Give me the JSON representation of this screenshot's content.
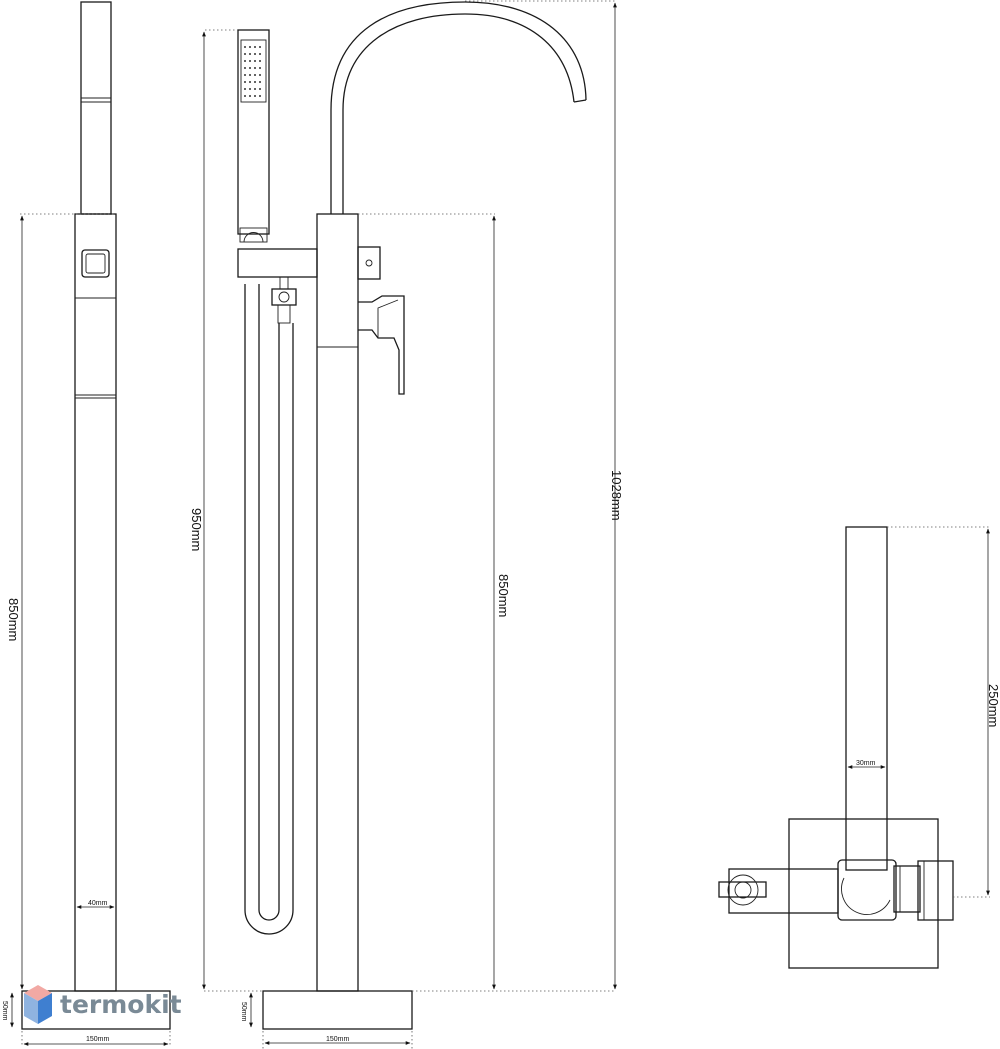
{
  "dimensions": {
    "side_height": "850mm",
    "side_width_pipe": "40mm",
    "side_base_width": "150mm",
    "side_base_height": "50mm",
    "front_total_shower": "950mm",
    "front_body_height": "850mm",
    "front_total": "1028mm",
    "front_base_width": "150mm",
    "front_base_height": "50mm",
    "detail_height": "250mm",
    "detail_width": "30mm"
  },
  "logo": {
    "text": "termokit",
    "colors": {
      "top": "#f2a9a4",
      "left": "#8fb3e0",
      "right": "#3f7fd0"
    }
  }
}
